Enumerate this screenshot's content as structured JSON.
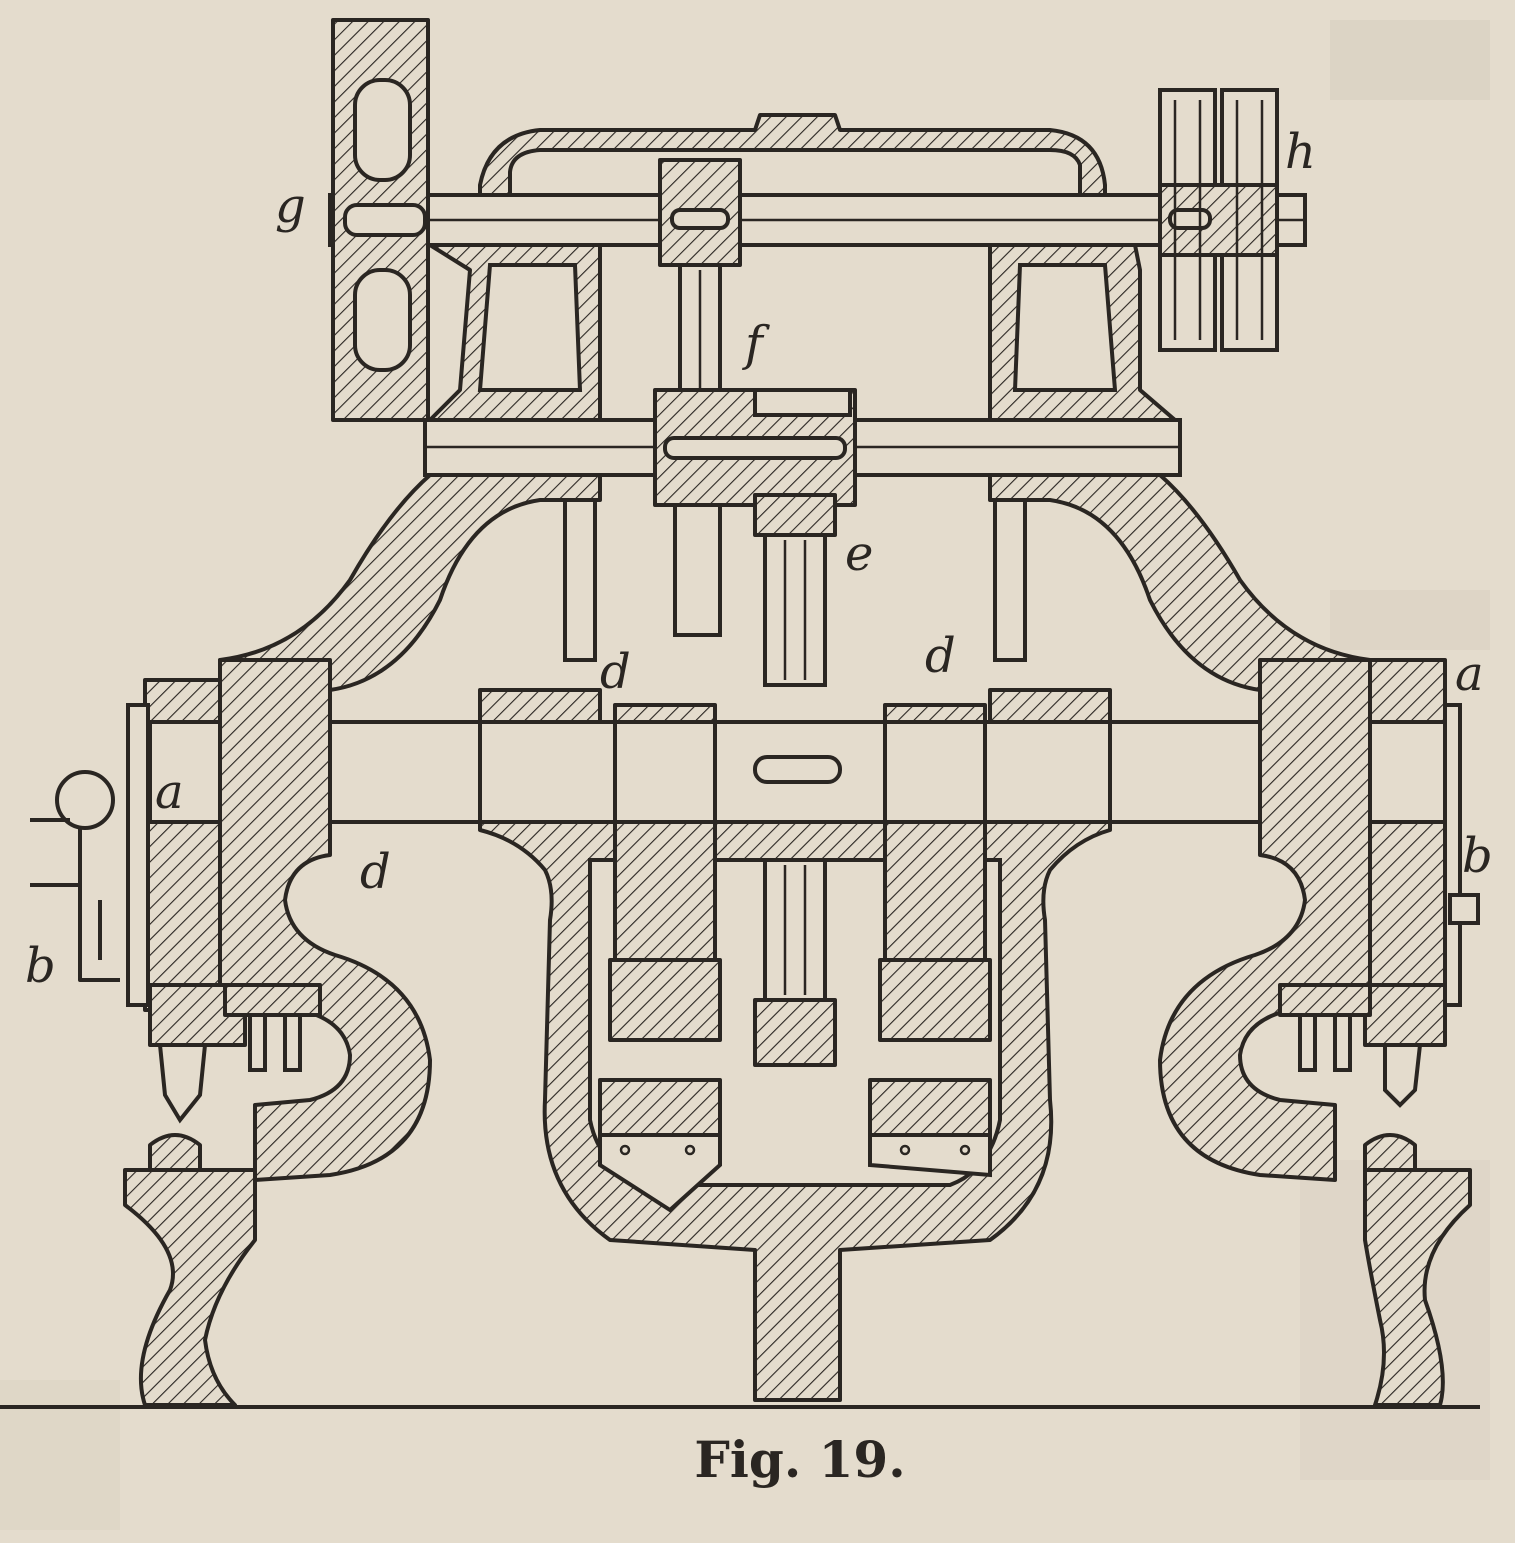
{
  "figure": {
    "caption": "Fig. 19.",
    "labels": {
      "g": "g",
      "h": "h",
      "f": "f",
      "e": "e",
      "d_upper_left": "d",
      "d_upper_right": "d",
      "d_lower": "d",
      "a_left": "a",
      "a_right": "a",
      "b_left": "b",
      "b_right": "b"
    }
  },
  "colors": {
    "paper": "#e4dccd",
    "ink": "#2a2622"
  }
}
